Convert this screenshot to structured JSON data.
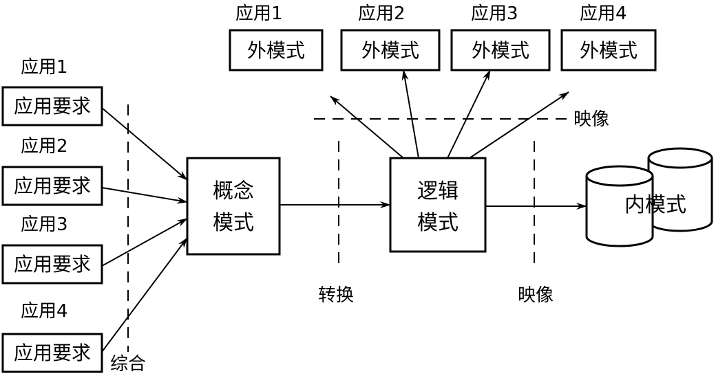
{
  "requirements": [
    {
      "app_label": "应用1",
      "box_label": "应用要求"
    },
    {
      "app_label": "应用2",
      "box_label": "应用要求"
    },
    {
      "app_label": "应用3",
      "box_label": "应用要求"
    },
    {
      "app_label": "应用4",
      "box_label": "应用要求"
    }
  ],
  "integration_label": "综合",
  "conceptual_model": {
    "line1": "概念",
    "line2": "模式"
  },
  "transform_label": "转换",
  "logical_model": {
    "line1": "逻辑",
    "line2": "模式"
  },
  "external_schemas": [
    {
      "app_label": "应用1",
      "box_label": "外模式"
    },
    {
      "app_label": "应用2",
      "box_label": "外模式"
    },
    {
      "app_label": "应用3",
      "box_label": "外模式"
    },
    {
      "app_label": "应用4",
      "box_label": "外模式"
    }
  ],
  "mapping_top_label": "映像",
  "mapping_bottom_label": "映像",
  "internal_schema": "内模式"
}
